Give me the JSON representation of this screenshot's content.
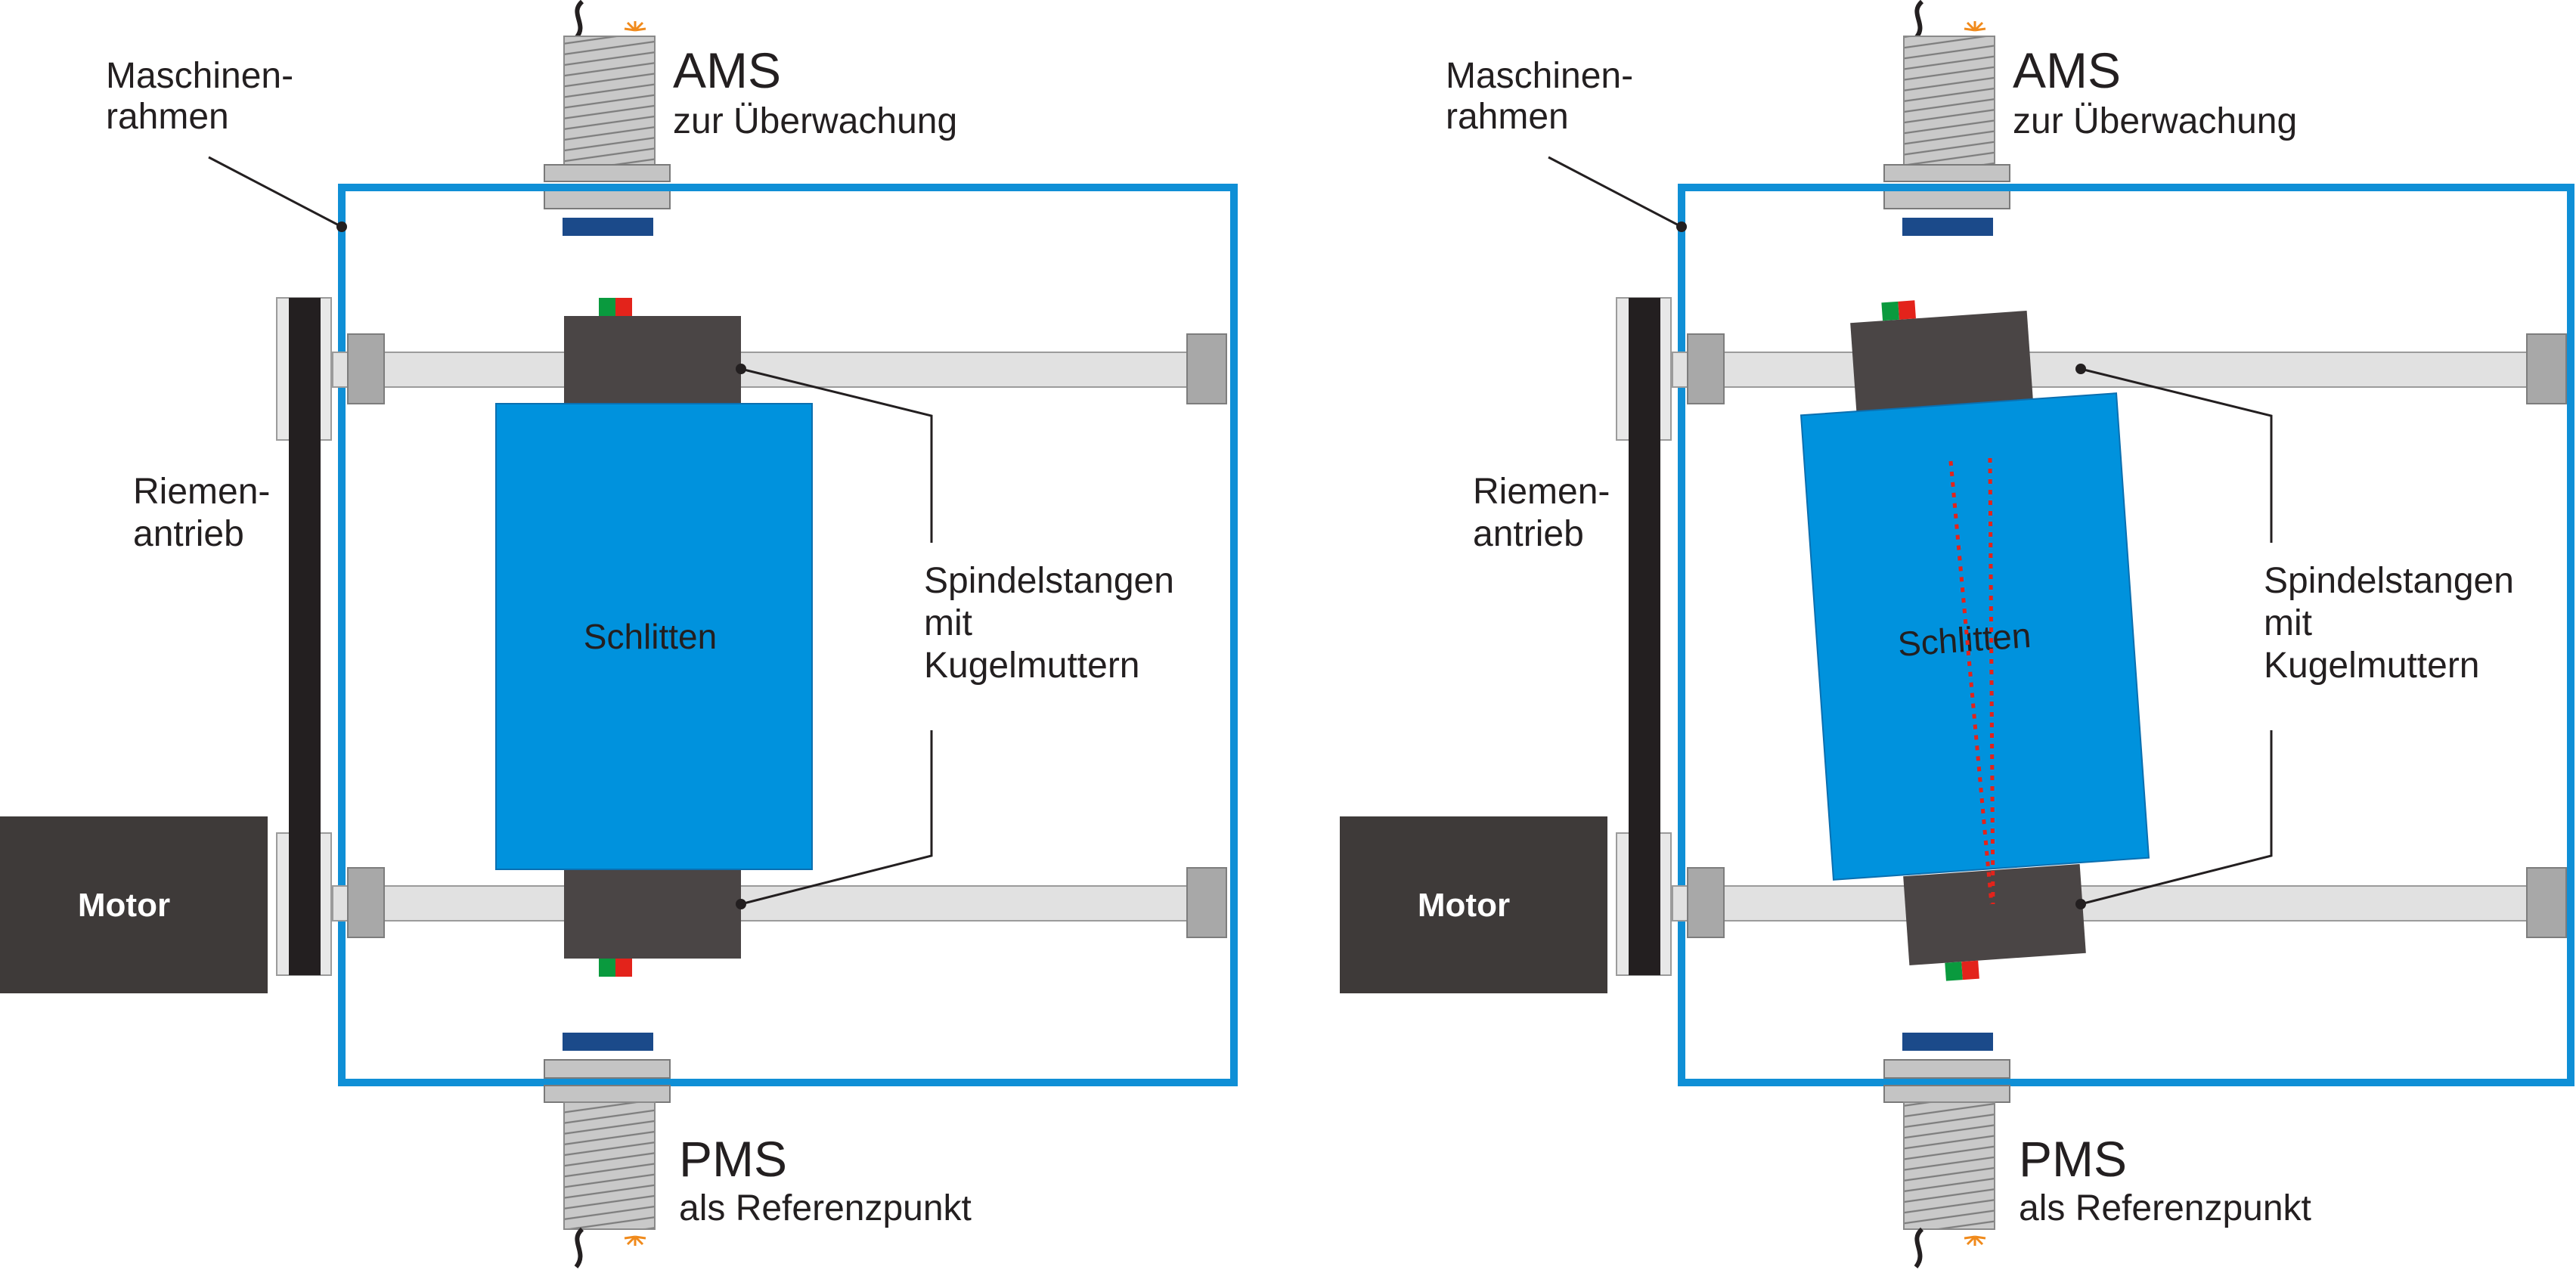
{
  "panels": [
    {
      "id": "left",
      "state": "aligned",
      "labels": {
        "frame": [
          "Maschinen-",
          "rahmen"
        ],
        "belt": [
          "Riemen-",
          "antrieb"
        ],
        "motor": "Motor",
        "sled": "Schlitten",
        "spindles": [
          "Spindelstangen",
          "mit",
          "Kugelmuttern"
        ],
        "ams_title": "AMS",
        "ams_sub": "zur Überwachung",
        "pms_title": "PMS",
        "pms_sub": "als Referenzpunkt"
      }
    },
    {
      "id": "right",
      "state": "skewed",
      "labels": {
        "frame": [
          "Maschinen-",
          "rahmen"
        ],
        "belt": [
          "Riemen-",
          "antrieb"
        ],
        "motor": "Motor",
        "sled": "Schlitten",
        "spindles": [
          "Spindelstangen",
          "mit",
          "Kugelmuttern"
        ],
        "ams_title": "AMS",
        "ams_sub": "zur Überwachung",
        "pms_title": "PMS",
        "pms_sub": "als Referenzpunkt"
      }
    }
  ],
  "colors": {
    "frame": "#0f8fd6",
    "sled": "#0092dd",
    "nut": "#4a4545",
    "motor": "#3e3a39",
    "rod": "#e1e1e1",
    "bearing": "#a8a8a8",
    "belt": "#231f20",
    "sensor_body": "#c4c4c4",
    "sensor_face": "#1b4a8a",
    "marker_green": "#0a9a3e",
    "marker_red": "#e3231b",
    "skew_line": "#e3231b"
  },
  "icons": {
    "sensor": "inductive-sensor-icon",
    "cable": "sensor-cable-icon",
    "led": "sensor-led-icon"
  }
}
